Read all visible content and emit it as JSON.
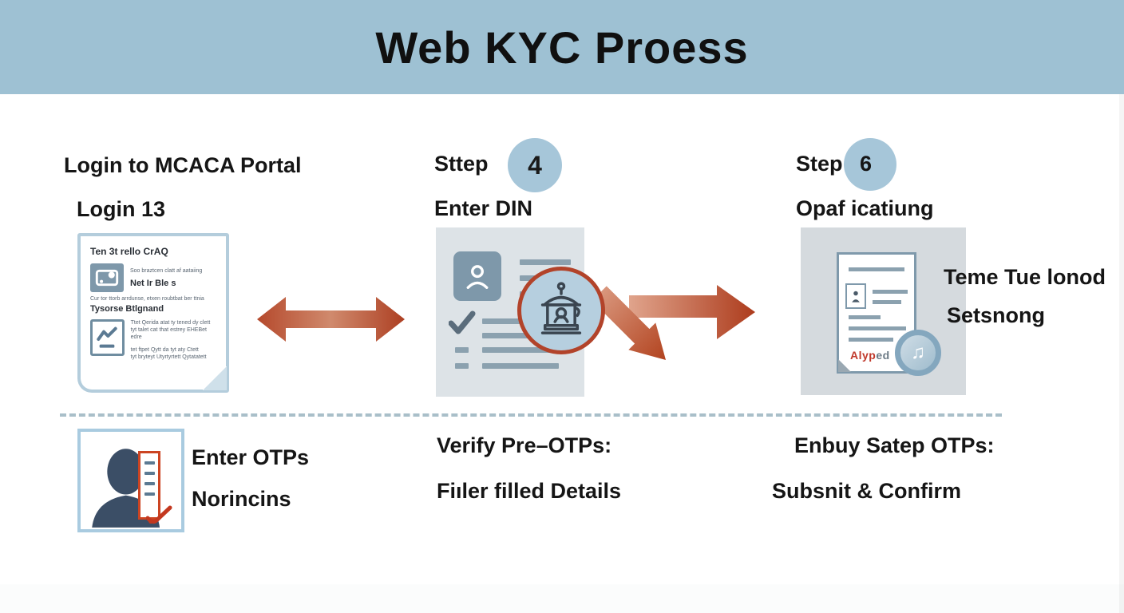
{
  "banner": {
    "title": "Web KYC Proess"
  },
  "columns": {
    "left": {
      "heading": "Login to MCACA Portal",
      "subheading": "Login 13",
      "card": {
        "title": "Ten 3t rello CrAQ",
        "caption1": "Soo braztcen clatt af aataiing",
        "label1": "Net Ir Ble s",
        "caption2": "Cur tor ttorb arrdunse, etxen roubtbat ber ttnia",
        "label2": "Tysorse Btlgnand",
        "caption3a": "Ttet Qerida atat ty tened dy clett",
        "caption3b": "tyt talet cat that estrey EHEBet edre",
        "caption4a": "tet ftpet Qytt da tyt aty Ctett",
        "caption4b": "tyt bryteyt Utyrtyrtett Qytatatett"
      }
    },
    "middle": {
      "step_label": "Sttep",
      "step_number": "4",
      "heading": "Enter DIN"
    },
    "right": {
      "step_label": "Step",
      "step_number": "6",
      "heading": "Opaf icatiung",
      "doc_stamp_red": "Alyp",
      "doc_stamp_gray": "ed",
      "side_line1": "Teme Tue lonod",
      "side_line2": "Setsnong"
    }
  },
  "bottom_row": {
    "left": {
      "line1": "Enter OTPs",
      "line2": "Norincins"
    },
    "middle": {
      "line1": "Verify Pre–OTPs:",
      "line2": "Fiıler filled Details"
    },
    "right": {
      "line1": "Enbuy Satep OTPs:",
      "line2": "Subsnit & Confirm"
    }
  },
  "icons": {
    "music_note": "♫",
    "photo_icon": "image placeholder",
    "chart_check_icon": "trend check",
    "avatar_icon": "person outline",
    "stamp_icon": "notary stamp with person",
    "id_card_icon": "person id",
    "silhouette_icon": "person silhouette",
    "otp_pad_icon": "otp checklist",
    "double_arrow_icon": "left-right arrow",
    "right_arrow_icon": "right arrow",
    "diagonal_arrow_icon": "down-right arrow"
  },
  "colors": {
    "banner": "#9ec1d3",
    "step_circle": "#a6c6d9",
    "middle_card_bg": "#dde3e7",
    "right_card_bg": "#d5dade",
    "tile_blue": "#7e98aa",
    "border_blue": "#a9cbe0",
    "arrow_dark": "#ad3f22",
    "arrow_light": "#d08a6d",
    "accent_red": "#c0392b",
    "silhouette_navy": "#3b4e66",
    "stamp_ring_red": "#b2432a"
  }
}
